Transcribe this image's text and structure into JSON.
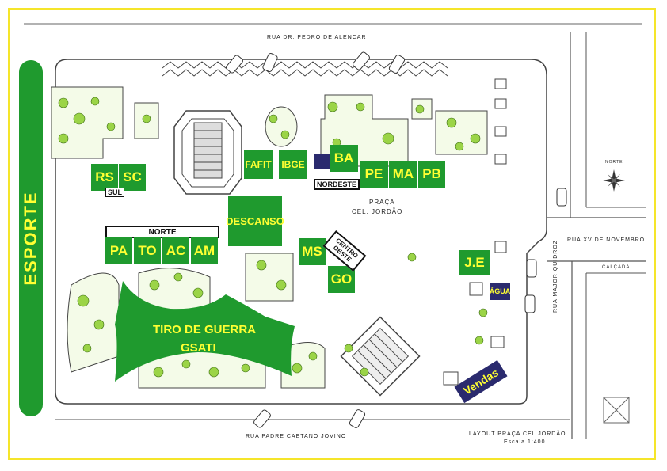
{
  "streets": {
    "top": "RUA DR. PEDRO DE ALENCAR",
    "bottom": "RUA PADRE CAETANO JOVINO",
    "right_horizontal": "RUA XV DE NOVEMBRO",
    "right_vertical": "RUA MAJOR QUIDROZ",
    "calcada": "CALÇADA"
  },
  "square_name": {
    "line1": "PRAÇA",
    "line2": "CEL. JORDÃO"
  },
  "layout_caption": {
    "line1": "LAYOUT PRAÇA CEL JORDÃO",
    "line2": "Escala 1:400"
  },
  "compass": "NORTE",
  "sport_zone": "ESPORTE",
  "regions": {
    "sul": "SUL",
    "norte": "NORTE",
    "nordeste": "NORDESTE",
    "centro_oeste_1": "CENTRO",
    "centro_oeste_2": "OESTE"
  },
  "stalls": {
    "rs": "RS",
    "sc": "SC",
    "fafit": "FAFIT",
    "ibge": "IBGE",
    "ba": "BA",
    "pe": "PE",
    "ma": "MA",
    "pb": "PB",
    "descanso": "DESCANSO",
    "pa": "PA",
    "to": "TO",
    "ac": "AC",
    "am": "AM",
    "ms": "MS",
    "go": "GO",
    "je": "J.E",
    "agua": "ÁGUA",
    "vendas": "Vendas"
  },
  "tiro_de_guerra": {
    "line1": "TIRO DE GUERRA",
    "line2": "GSATI"
  },
  "colors": {
    "frame": "#f5e52a",
    "stall_green": "#1f9a2e",
    "stall_text": "#ffff33",
    "navy": "#2a2a6e"
  }
}
